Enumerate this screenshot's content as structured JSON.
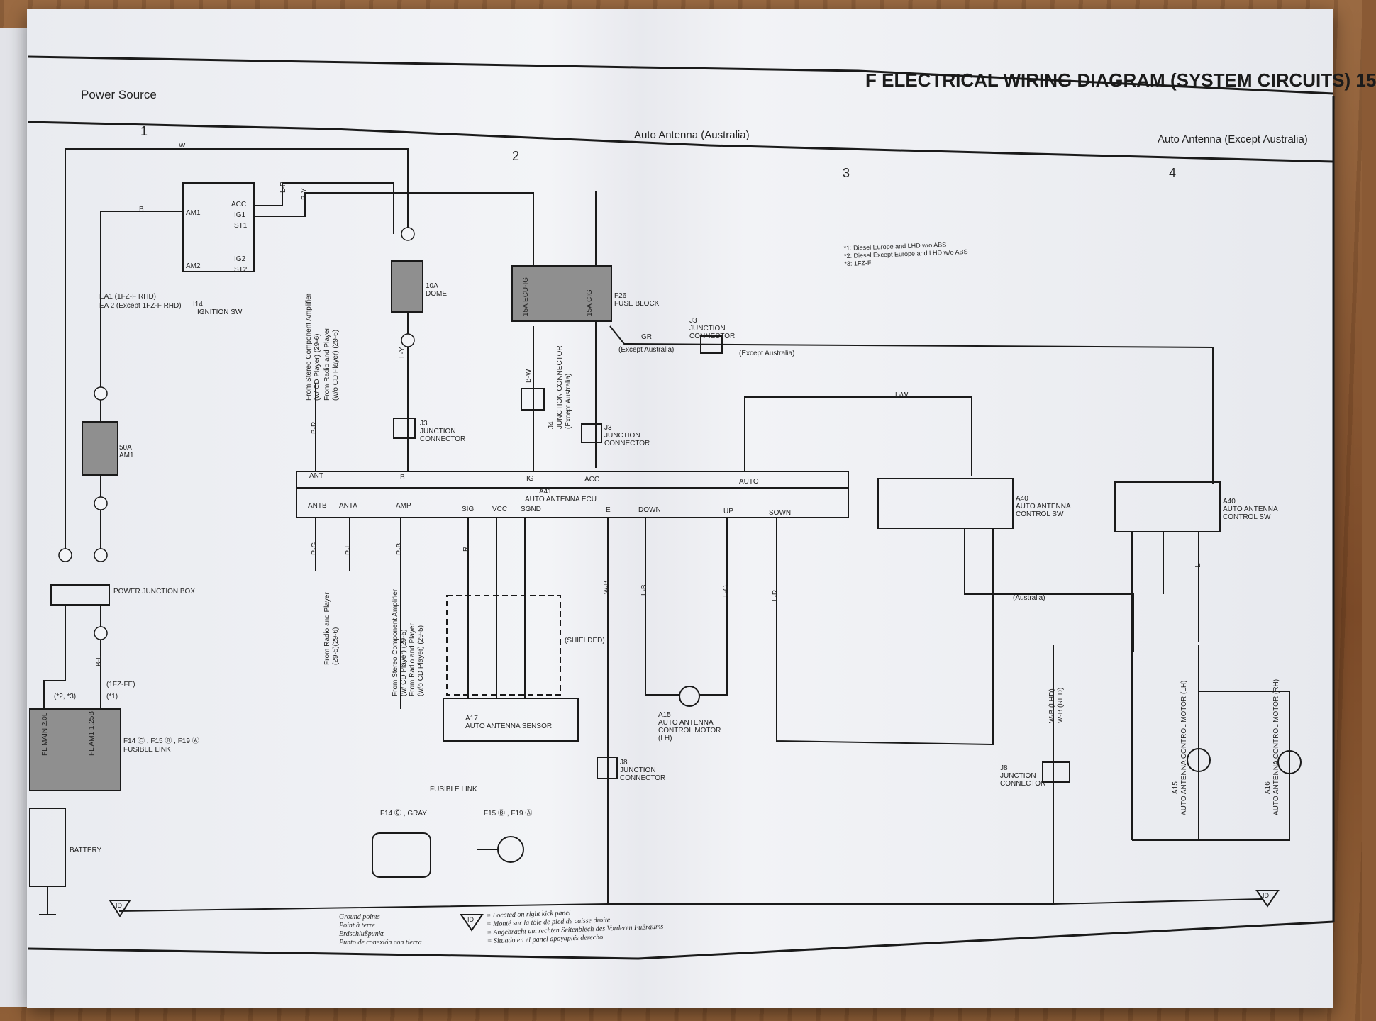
{
  "page": {
    "title": "F ELECTRICAL WIRING DIAGRAM (SYSTEM CIRCUITS) 15",
    "power_source": "Power Source",
    "section_left": "Auto Antenna (Australia)",
    "section_right": "Auto Antenna (Except Australia)",
    "columns": [
      "1",
      "2",
      "3",
      "4"
    ],
    "notes": [
      "*1:  Diesel Europe and LHD w/o ABS",
      "*2:  Diesel Except Europe and LHD w/o ABS",
      "*3:  1FZ-F"
    ]
  },
  "components": {
    "ignition_sw": {
      "ref": "I14",
      "name": "IGNITION SW",
      "am1": "AM1",
      "am2": "AM2",
      "acc": "ACC",
      "ig1": "IG1",
      "st1": "ST1",
      "ig2": "IG2",
      "st2": "ST2"
    },
    "dome_fuse": {
      "rating": "10A",
      "name": "DOME"
    },
    "fuse_block": {
      "ref": "F26",
      "name": "FUSE BLOCK",
      "f1": "15A ECU-IG",
      "f2": "15A CIG"
    },
    "am1_fuse": {
      "rating": "50A",
      "name": "AM1"
    },
    "power_junction": "POWER JUNCTION BOX",
    "fusible_link": {
      "ref": "F14 Ⓒ , F15 Ⓑ , F19 Ⓐ",
      "name": "FUSIBLE LINK",
      "l1": "FL MAIN 2.0L",
      "l2": "FL AM1 1.25B"
    },
    "battery": "BATTERY",
    "ecu": {
      "ref": "A41",
      "name": "AUTO ANTENNA ECU",
      "top": [
        "ANT",
        "B",
        "IG",
        "ACC",
        "AUTO"
      ],
      "bottom": [
        "ANTB",
        "ANTA",
        "AMP",
        "SIG",
        "VCC",
        "SGND",
        "E",
        "DOWN",
        "UP",
        "SOWN"
      ]
    },
    "sensor": {
      "ref": "A17",
      "name": "AUTO ANTENNA SENSOR"
    },
    "motor_lh": {
      "ref": "A15",
      "name": "AUTO ANTENNA CONTROL MOTOR (LH)"
    },
    "motor_lh2": {
      "ref": "A15",
      "name": "AUTO ANTENNA CONTROL MOTOR (LH)"
    },
    "motor_rh": {
      "ref": "A16",
      "name": "AUTO ANTENNA CONTROL MOTOR (RH)"
    },
    "sw_a40_1": {
      "ref": "A40",
      "name": "AUTO ANTENNA CONTROL SW"
    },
    "sw_a40_2": {
      "ref": "A40",
      "name": "AUTO ANTENNA CONTROL SW"
    },
    "j3_a": {
      "ref": "J3",
      "name": "JUNCTION CONNECTOR"
    },
    "j3_b": {
      "ref": "J3",
      "name": "JUNCTION CONNECTOR"
    },
    "j3_c": {
      "ref": "J3",
      "name": "JUNCTION CONNECTOR"
    },
    "j4": {
      "ref": "J4",
      "name": "JUNCTION CONNECTOR",
      "note": "(Except Australia)"
    },
    "j8_a": {
      "ref": "J8",
      "name": "JUNCTION CONNECTOR"
    },
    "j8_b": {
      "ref": "J8",
      "name": "JUNCTION CONNECTOR"
    }
  },
  "labels": {
    "ea1": "EA1 (1FZ-F RHD)",
    "ea2": "EA 2 (Except 1FZ-F RHD)",
    "fe": "(1FZ-FE)",
    "star1": "(*1)",
    "star23": "(*2, *3)",
    "from_stereo_1": "From Stereo Component Amplifier",
    "from_stereo_2": "(w/ CD Player) (29-6)",
    "from_radio_1": "From Radio and Player",
    "from_radio_2": "(w/o CD Player) (29-6)",
    "from_radio_b1": "From Radio and Player",
    "from_radio_b2": "(29-5)(29-6)",
    "from_stereo_b1": "From Stereo Component Amplifier",
    "from_stereo_b2": "(w/ CD Player) (29-5)",
    "from_radio_c1": "From Radio and Player",
    "from_radio_c2": "(w/o CD Player) (29-5)",
    "shielded": "(SHIELDED)",
    "except_australia": "(Except Australia)",
    "australia": "(Australia)",
    "except_australia2": "(Except Australia)",
    "wire_colors": [
      "W",
      "B",
      "L-R",
      "B-Y",
      "B-W",
      "L-Y",
      "B-R",
      "R-G",
      "R-L",
      "R-B",
      "R",
      "W-B",
      "L-B",
      "L-O",
      "L-R",
      "GR",
      "L-W",
      "B-L",
      "L",
      "W-B (LHD)",
      "W-B (RHD)"
    ]
  },
  "connectors_legend": {
    "f14": "F14 Ⓒ , GRAY",
    "f15": "F15 Ⓑ , F19 Ⓐ",
    "fusible_link": "FUSIBLE LINK"
  },
  "ground": {
    "id": "ID",
    "legend_title": [
      "Ground points",
      "Point à terre",
      "Erdschlußpunkt",
      "Punto de conexión con tierra"
    ],
    "legend_desc": [
      "= Located on right kick panel",
      "= Monté sur la tôle de pied de caisse droite",
      "= Angebracht am rechten Seitenblech des Vorderen Fußraums",
      "= Situado en el panel apoyapiés derecho"
    ]
  }
}
